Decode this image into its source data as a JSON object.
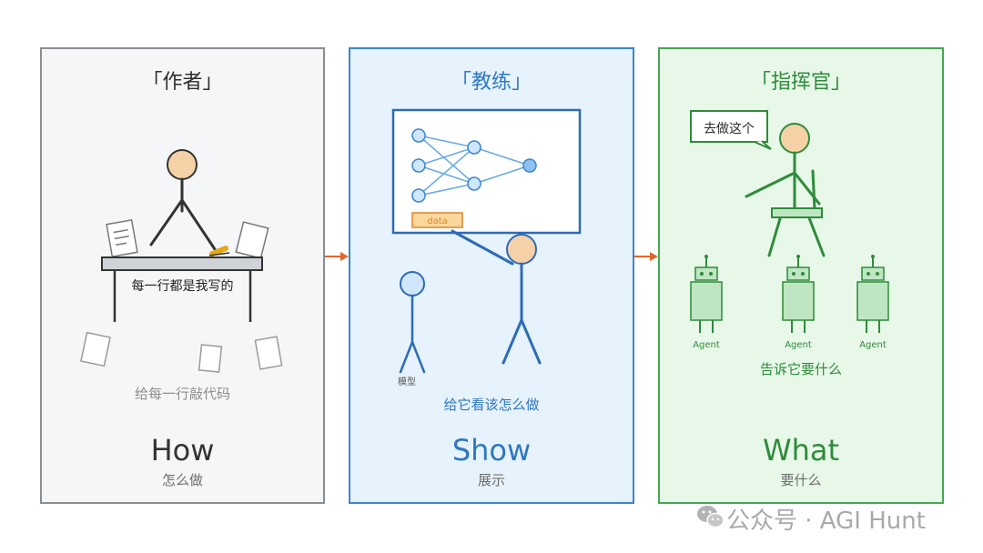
{
  "colors": {
    "gray": "#8a8d92",
    "blue": "#3a85cf",
    "green": "#46a552",
    "arrow": "#e2652a"
  },
  "panels": [
    {
      "title": "「作者」",
      "desk_label": "每一行都是我写的",
      "caption": "给每一行敲代码",
      "keyword": "How",
      "keyword_sub": "怎么做"
    },
    {
      "title": "「教练」",
      "board_tag": "data",
      "small_figure_label": "模型",
      "caption": "给它看该怎么做",
      "keyword": "Show",
      "keyword_sub": "展示"
    },
    {
      "title": "「指挥官」",
      "speech": "去做这个",
      "agents": [
        "Agent",
        "Agent",
        "Agent"
      ],
      "caption": "告诉它要什么",
      "keyword": "What",
      "keyword_sub": "要什么"
    }
  ],
  "watermark": {
    "icon": "wechat-icon",
    "text": "公众号 · AGI Hunt"
  }
}
